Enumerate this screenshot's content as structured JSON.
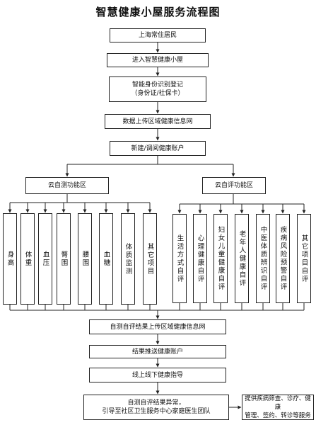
{
  "title": "智慧健康小屋服务流程图",
  "steps": {
    "s1": "上海常住居民",
    "s2": "进入智慧健康小屋",
    "s3_line1": "智能身份识别登记",
    "s3_line2": "（身份证/社保卡）",
    "s4": "数据上传区域健康信息网",
    "s5": "新建/调阅健康账户",
    "left_zone": "云自测功能区",
    "right_zone": "云自评功能区",
    "s6": "自测自评结果上传区域健康信息网",
    "s7": "结果推送健康账户",
    "s8": "线上线下健康指导",
    "s9_line1": "自测自评结果异常，",
    "s9_line2": "引导至社区卫生服务中心家庭医生团队",
    "s10_line1": "提供疾病筛查、诊疗、健康",
    "s10_line2": "管理、签约、转诊等服务"
  },
  "self_test_items": [
    "身高",
    "体重",
    "血压",
    "臀围",
    "腰围",
    "血糖",
    "体质监测",
    "其它项目"
  ],
  "self_eval_items": [
    "生活方式自评",
    "心理健康自评",
    "妇女儿童健康自评",
    "老年人健康自评",
    "中医体质辨识自评",
    "疾病风险预警自评",
    "其它项目自评"
  ]
}
